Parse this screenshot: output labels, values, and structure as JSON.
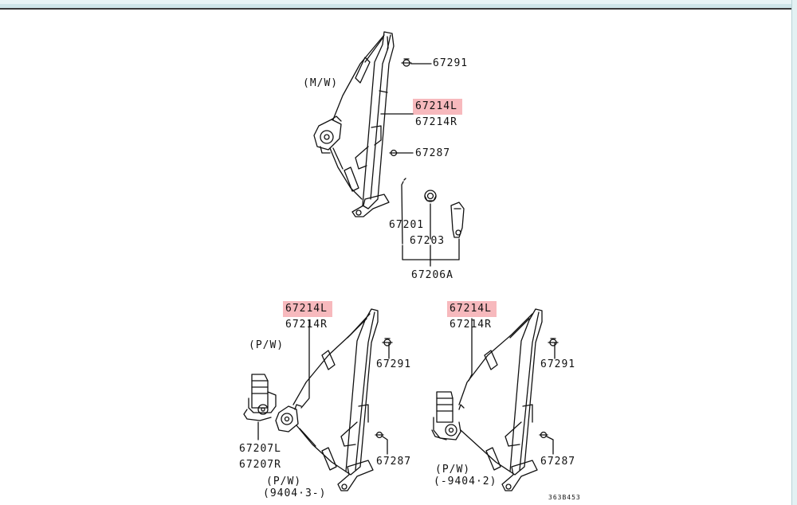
{
  "diagram": {
    "top": {
      "variant": "(M/W)",
      "regulator_l": "67214L",
      "regulator_r": "67214R",
      "bolt_top": "67291",
      "bolt_mid": "67287",
      "handle_clip": "67201",
      "escutcheon": "67203",
      "handle_set": "67206A"
    },
    "bottom_left": {
      "variant": "(P/W)",
      "regulator_l": "67214L",
      "regulator_r": "67214R",
      "bolt_top": "67291",
      "bolt_mid": "67287",
      "motor_l": "67207L",
      "motor_r": "67207R",
      "variant2": "(P/W)",
      "date": "(9404·3-)"
    },
    "bottom_right": {
      "regulator_l": "67214L",
      "regulator_r": "67214R",
      "bolt_top": "67291",
      "bolt_mid": "67287",
      "variant": "(P/W)",
      "date": "(-9404·2)"
    },
    "drawing_code": "363B453",
    "highlight_color": "#f7b9bd"
  }
}
